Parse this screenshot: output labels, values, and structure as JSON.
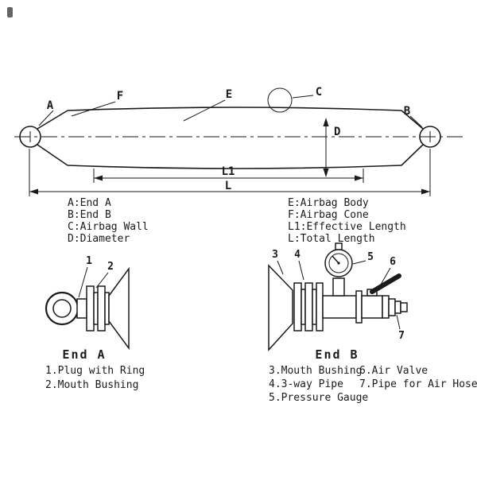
{
  "page": {
    "background": "#ffffff",
    "line_color": "#1a1a1a"
  },
  "main_view": {
    "callouts": {
      "end_a": "A",
      "end_b": "B",
      "airbag_wall": "C",
      "diameter": "D",
      "airbag_body": "E",
      "airbag_cone": "F",
      "effective_length": "L1",
      "total_length": "L"
    },
    "legend": {
      "left": [
        "A:End A",
        "B:End B",
        "C:Airbag Wall",
        "D:Diameter"
      ],
      "right": [
        "E:Airbag Body",
        "F:Airbag Cone",
        "L1:Effective Length",
        "L:Total Length"
      ]
    }
  },
  "end_a": {
    "title": "End A",
    "callouts": [
      "1",
      "2"
    ],
    "parts": [
      "1.Plug with Ring",
      "2.Mouth Bushing"
    ]
  },
  "end_b": {
    "title": "End B",
    "callouts": [
      "3",
      "4",
      "5",
      "6",
      "7"
    ],
    "parts_left": [
      "3.Mouth Bushing",
      "4.3-way Pipe",
      "5.Pressure Gauge"
    ],
    "parts_right": [
      "6.Air Valve",
      "7.Pipe for Air Hose"
    ]
  }
}
